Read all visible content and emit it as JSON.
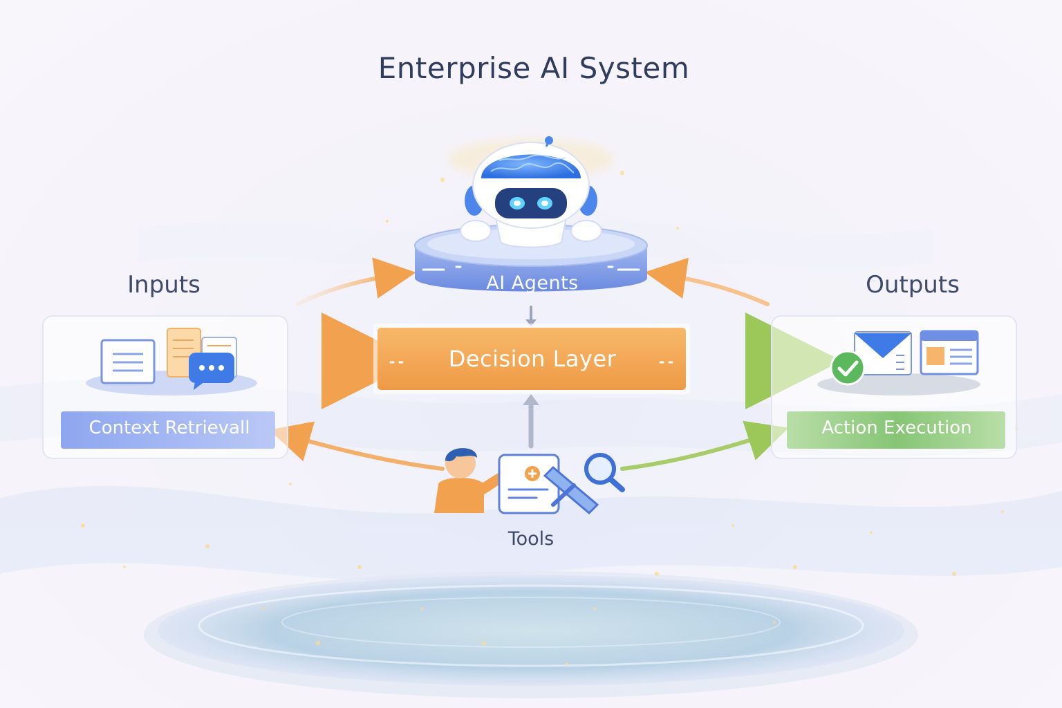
{
  "title": "Enterprise AI System",
  "inputs": {
    "heading": "Inputs",
    "bar_label": "Context Retrievall",
    "icons": [
      "document-icon",
      "notes-icon",
      "chat-bubble-icon"
    ]
  },
  "agents": {
    "label": "AI Agents",
    "icon": "robot-brain-icon"
  },
  "decision": {
    "label": "Decision Layer"
  },
  "outputs": {
    "heading": "Outputs",
    "bar_label": "Action Execution",
    "icons": [
      "check-circle-icon",
      "email-icon",
      "browser-window-icon"
    ]
  },
  "tools": {
    "label": "Tools",
    "icons": [
      "person-icon",
      "form-document-icon",
      "pencil-icon",
      "magnifier-icon"
    ]
  },
  "colors": {
    "title_text": "#2f3c5e",
    "accent_orange": "#f2a24f",
    "accent_blue": "#6f8fe4",
    "accent_green": "#7ec06a",
    "background": "#f5f3fa"
  }
}
